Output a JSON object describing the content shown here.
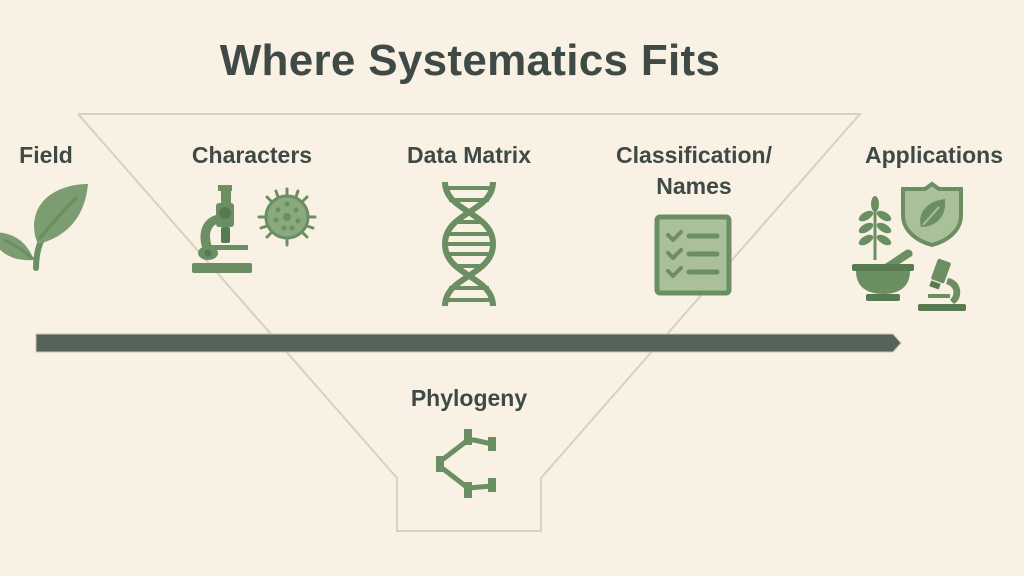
{
  "title": "Where Systematics Fits",
  "colors": {
    "background": "#f8f1e4",
    "text": "#3f4a46",
    "icon_green": "#6b8f63",
    "icon_light": "#a9c09a",
    "arrow": "#55635b",
    "funnel_outline": "#d8d0c0"
  },
  "stages": [
    {
      "id": "field",
      "label": "Field",
      "icon": "plant-sprout-icon"
    },
    {
      "id": "characters",
      "label": "Characters",
      "icon": [
        "microscope-icon",
        "pollen-grain-icon"
      ]
    },
    {
      "id": "data_matrix",
      "label": "Data Matrix",
      "icon": "dna-helix-icon"
    },
    {
      "id": "classification",
      "label_line1": "Classification/",
      "label_line2": "Names",
      "icon": "checklist-icon"
    },
    {
      "id": "applications",
      "label": "Applications",
      "icon": [
        "herb-icon",
        "shield-leaf-icon",
        "mortar-pestle-icon",
        "microscope-icon"
      ]
    }
  ],
  "funnel_output": {
    "label": "Phylogeny",
    "icon": "phylogenetic-tree-icon"
  },
  "flow_arrow": {
    "direction": "left-to-right"
  }
}
